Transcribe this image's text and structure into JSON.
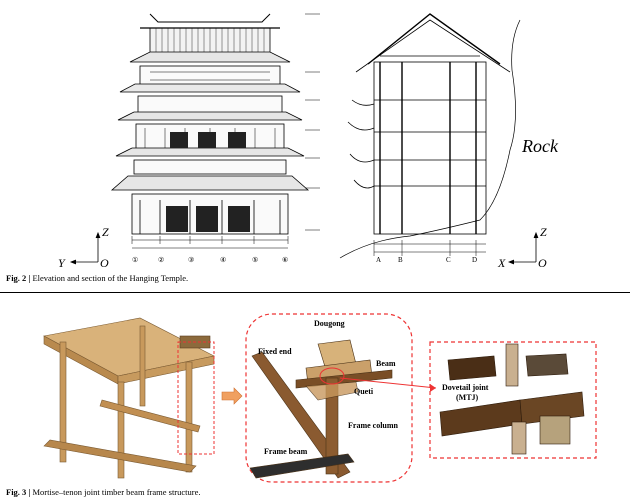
{
  "fig2": {
    "number": "Fig. 2",
    "separator": "|",
    "caption": "Elevation and section of the Hanging Temple.",
    "rock_label": "Rock",
    "axis_left": {
      "vertical": "Z",
      "horizontal": "Y",
      "origin": "O"
    },
    "axis_right": {
      "vertical": "Z",
      "horizontal": "X",
      "origin": "O"
    },
    "grid_labels_left": [
      "①",
      "②",
      "③",
      "④",
      "⑤",
      "⑥"
    ],
    "grid_labels_right": [
      "A",
      "B",
      "C",
      "D"
    ]
  },
  "fig3": {
    "number": "Fig. 3",
    "separator": "|",
    "caption": "Mortise–tenon joint timber beam frame structure.",
    "labels": {
      "dougong": "Dougong",
      "fixed_end": "Fixed end",
      "beam": "Beam",
      "queti": "Queti",
      "frame_column": "Frame column",
      "frame_beam": "Frame beam",
      "dovetail": "Dovetail joint",
      "mtj": "(MTJ)"
    }
  }
}
